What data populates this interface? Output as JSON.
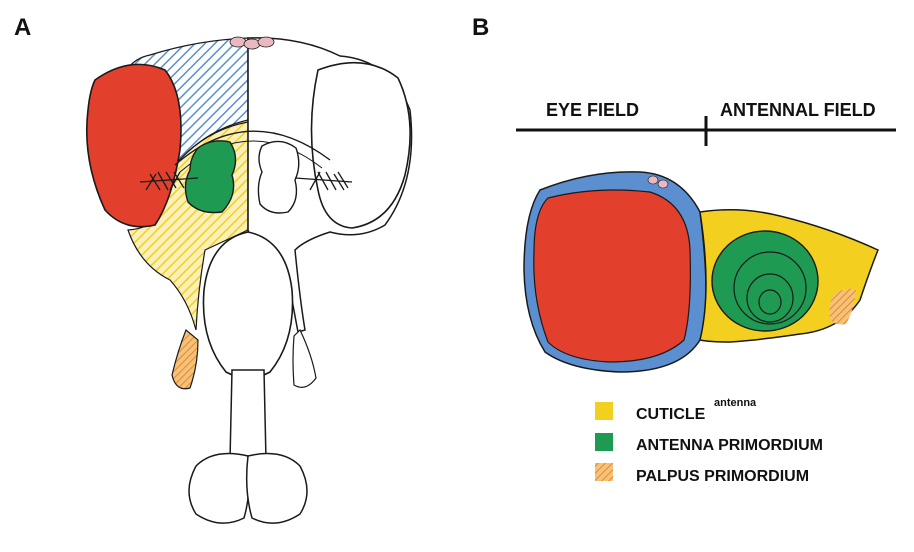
{
  "panels": {
    "a_label": "A",
    "b_label": "B"
  },
  "fields": {
    "eye": "EYE FIELD",
    "antennal": "ANTENNAL FIELD"
  },
  "legend": {
    "cuticle_label": "CUTICLE",
    "cuticle_sup": "antenna",
    "antenna_label": "ANTENNA PRIMORDIUM",
    "palpus_label": "PALPUS PRIMORDIUM"
  },
  "colors": {
    "eye": "#e2402d",
    "head_cuticle": "#5b8fd0",
    "cuticle_antenna": "#f3cf1f",
    "antenna_primordium": "#1f9a52",
    "palpus": "#f0a24a",
    "ocelli": "#eab9c0",
    "outline": "#1a1a1a"
  }
}
